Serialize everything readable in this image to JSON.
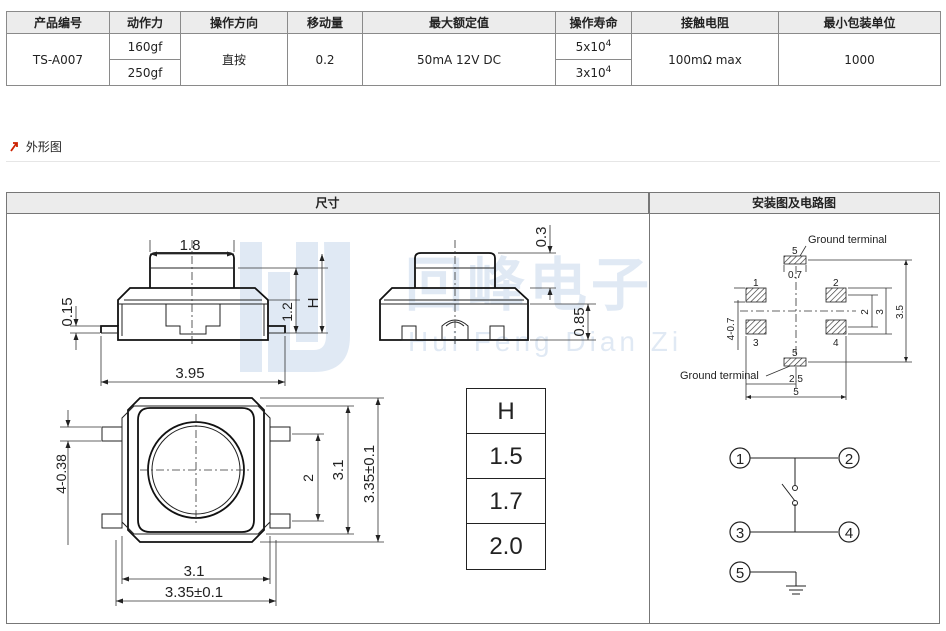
{
  "spec_table": {
    "headers": [
      "产品编号",
      "动作力",
      "操作方向",
      "移动量",
      "最大额定值",
      "操作寿命",
      "接触电阻",
      "最小包装单位"
    ],
    "model": "TS-A007",
    "forces": [
      "160gf",
      "250gf"
    ],
    "direction": "直按",
    "travel": "0.2",
    "rating": "50mA 12V DC",
    "life": [
      {
        "base": "5x10",
        "exp": "4"
      },
      {
        "base": "3x10",
        "exp": "4"
      }
    ],
    "resistance": "100mΩ max",
    "min_pack": "1000"
  },
  "section": {
    "title": "外形图",
    "accent_color": "#cc2200"
  },
  "panel": {
    "left_header": "尺寸",
    "right_header": "安装图及电路图"
  },
  "watermark": {
    "title": "回峰电子",
    "subtitle": "Hui Feng Dian Zi",
    "color": "#5a8bc6"
  },
  "dimensions": {
    "side_top_width": "1.8",
    "side_flange": "0.15",
    "side_body_h": "1.2",
    "side_h": "H",
    "side_width": "3.95",
    "front_top": "0.3",
    "front_base": "0.85",
    "top_pins": "4-0.38",
    "top_inner_v": "2",
    "top_body_v": "3.1",
    "top_outer_v": "3.35±0.1",
    "top_inner_h": "3.1",
    "top_outer_h": "3.35±0.1"
  },
  "h_table": [
    "H",
    "1.5",
    "1.7",
    "2.0"
  ],
  "mount": {
    "ground_top": "Ground terminal",
    "ground_bottom": "Ground terminal",
    "pad_w": "0.7",
    "pads": "4-0.7",
    "pad_labels": [
      "1",
      "2",
      "3",
      "4",
      "5",
      "5"
    ],
    "dim_2": "2",
    "dim_3": "3",
    "dim_35": "3.5",
    "dim_25": "2.5",
    "dim_5": "5"
  },
  "circuit": {
    "nodes": [
      "1",
      "2",
      "3",
      "4",
      "5"
    ]
  }
}
